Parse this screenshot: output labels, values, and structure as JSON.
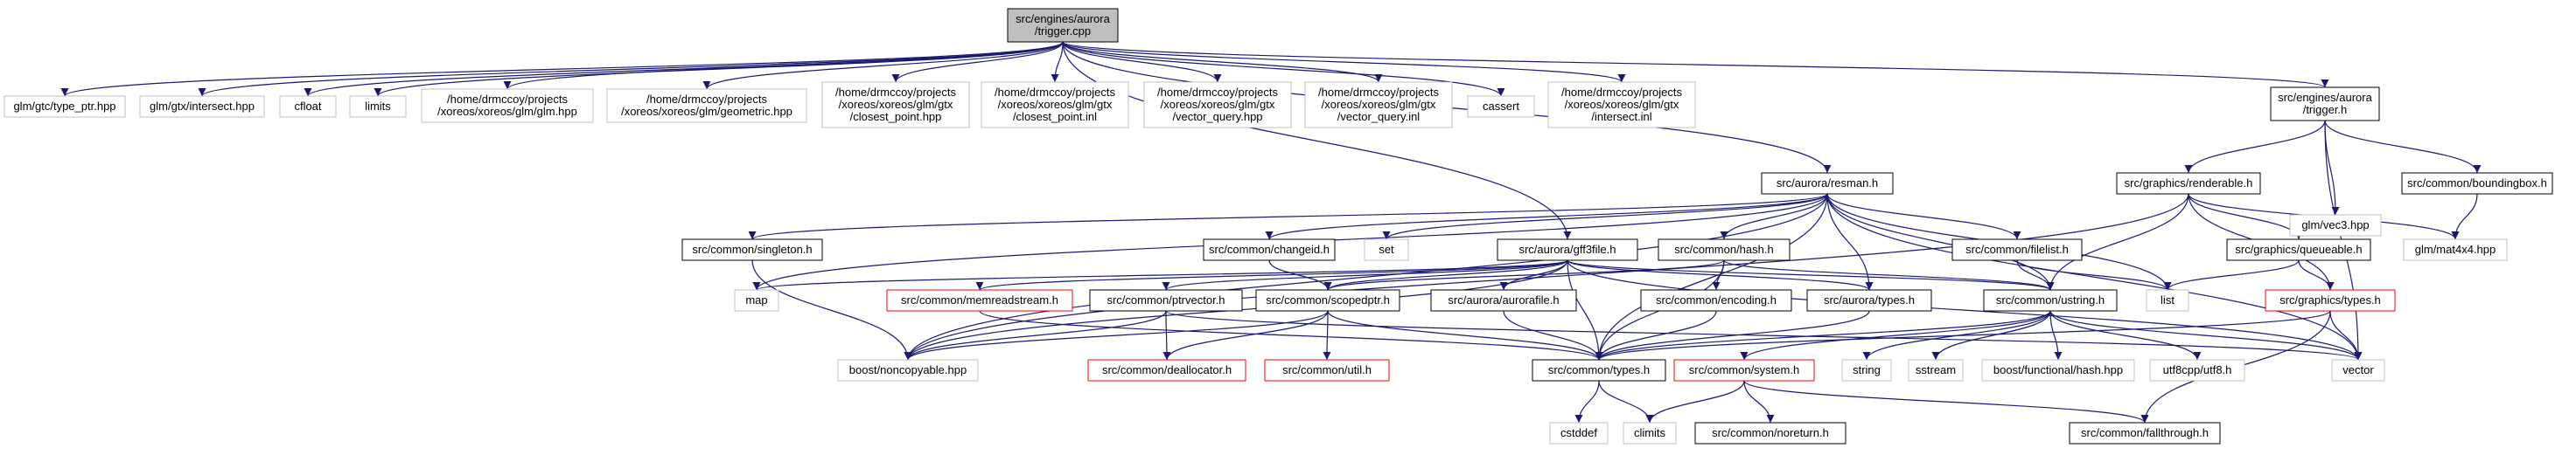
{
  "colors": {
    "edge": "#191970",
    "node_fill": "#ffffff",
    "root_fill": "#bfbfbf",
    "border_black": "#000000",
    "border_gray": "#bfbfbf",
    "border_red": "#ff0000"
  },
  "nodes": [
    {
      "id": "root",
      "lines": [
        "src/engines/aurora",
        "/trigger.cpp"
      ],
      "style": "root"
    },
    {
      "id": "n_type_ptr",
      "lines": [
        "glm/gtc/type_ptr.hpp"
      ],
      "style": "gray"
    },
    {
      "id": "n_intersect_hpp",
      "lines": [
        "glm/gtx/intersect.hpp"
      ],
      "style": "gray"
    },
    {
      "id": "n_cfloat",
      "lines": [
        "cfloat"
      ],
      "style": "gray"
    },
    {
      "id": "n_limits",
      "lines": [
        "limits"
      ],
      "style": "gray"
    },
    {
      "id": "n_glm_hpp",
      "lines": [
        "/home/drmccoy/projects",
        "/xoreos/xoreos/glm/glm.hpp"
      ],
      "style": "gray"
    },
    {
      "id": "n_geometric",
      "lines": [
        "/home/drmccoy/projects",
        "/xoreos/xoreos/glm/geometric.hpp"
      ],
      "style": "gray"
    },
    {
      "id": "n_closest_hpp",
      "lines": [
        "/home/drmccoy/projects",
        "/xoreos/xoreos/glm/gtx",
        "/closest_point.hpp"
      ],
      "style": "gray"
    },
    {
      "id": "n_closest_inl",
      "lines": [
        "/home/drmccoy/projects",
        "/xoreos/xoreos/glm/gtx",
        "/closest_point.inl"
      ],
      "style": "gray"
    },
    {
      "id": "n_vquery_hpp",
      "lines": [
        "/home/drmccoy/projects",
        "/xoreos/xoreos/glm/gtx",
        "/vector_query.hpp"
      ],
      "style": "gray"
    },
    {
      "id": "n_vquery_inl",
      "lines": [
        "/home/drmccoy/projects",
        "/xoreos/xoreos/glm/gtx",
        "/vector_query.inl"
      ],
      "style": "gray"
    },
    {
      "id": "n_cassert",
      "lines": [
        "cassert"
      ],
      "style": "gray"
    },
    {
      "id": "n_intersect_inl",
      "lines": [
        "/home/drmccoy/projects",
        "/xoreos/xoreos/glm/gtx",
        "/intersect.inl"
      ],
      "style": "gray"
    },
    {
      "id": "n_trigger_h",
      "lines": [
        "src/engines/aurora",
        "/trigger.h"
      ],
      "style": "black"
    },
    {
      "id": "n_resman",
      "lines": [
        "src/aurora/resman.h"
      ],
      "style": "black"
    },
    {
      "id": "n_renderable",
      "lines": [
        "src/graphics/renderable.h"
      ],
      "style": "black"
    },
    {
      "id": "n_vec3",
      "lines": [
        "glm/vec3.hpp"
      ],
      "style": "gray"
    },
    {
      "id": "n_boundingbox",
      "lines": [
        "src/common/boundingbox.h"
      ],
      "style": "black"
    },
    {
      "id": "n_singleton",
      "lines": [
        "src/common/singleton.h"
      ],
      "style": "black"
    },
    {
      "id": "n_changeid",
      "lines": [
        "src/common/changeid.h"
      ],
      "style": "black"
    },
    {
      "id": "n_set",
      "lines": [
        "set"
      ],
      "style": "gray"
    },
    {
      "id": "n_gff3file",
      "lines": [
        "src/aurora/gff3file.h"
      ],
      "style": "black"
    },
    {
      "id": "n_hash",
      "lines": [
        "src/common/hash.h"
      ],
      "style": "black"
    },
    {
      "id": "n_filelist",
      "lines": [
        "src/common/filelist.h"
      ],
      "style": "black"
    },
    {
      "id": "n_queueable",
      "lines": [
        "src/graphics/queueable.h"
      ],
      "style": "black"
    },
    {
      "id": "n_mat4",
      "lines": [
        "glm/mat4x4.hpp"
      ],
      "style": "gray"
    },
    {
      "id": "n_map",
      "lines": [
        "map"
      ],
      "style": "gray"
    },
    {
      "id": "n_memread",
      "lines": [
        "src/common/memreadstream.h"
      ],
      "style": "red"
    },
    {
      "id": "n_ptrvector",
      "lines": [
        "src/common/ptrvector.h"
      ],
      "style": "black"
    },
    {
      "id": "n_scopedptr",
      "lines": [
        "src/common/scopedptr.h"
      ],
      "style": "black"
    },
    {
      "id": "n_aurorafile",
      "lines": [
        "src/aurora/aurorafile.h"
      ],
      "style": "black"
    },
    {
      "id": "n_encoding",
      "lines": [
        "src/common/encoding.h"
      ],
      "style": "black"
    },
    {
      "id": "n_aurora_types",
      "lines": [
        "src/aurora/types.h"
      ],
      "style": "black"
    },
    {
      "id": "n_ustring",
      "lines": [
        "src/common/ustring.h"
      ],
      "style": "black"
    },
    {
      "id": "n_list",
      "lines": [
        "list"
      ],
      "style": "gray"
    },
    {
      "id": "n_gfx_types",
      "lines": [
        "src/graphics/types.h"
      ],
      "style": "red"
    },
    {
      "id": "n_noncopyable",
      "lines": [
        "boost/noncopyable.hpp"
      ],
      "style": "gray"
    },
    {
      "id": "n_deallocator",
      "lines": [
        "src/common/deallocator.h"
      ],
      "style": "red"
    },
    {
      "id": "n_util",
      "lines": [
        "src/common/util.h"
      ],
      "style": "red"
    },
    {
      "id": "n_common_types",
      "lines": [
        "src/common/types.h"
      ],
      "style": "black"
    },
    {
      "id": "n_system",
      "lines": [
        "src/common/system.h"
      ],
      "style": "red"
    },
    {
      "id": "n_string",
      "lines": [
        "string"
      ],
      "style": "gray"
    },
    {
      "id": "n_sstream",
      "lines": [
        "sstream"
      ],
      "style": "gray"
    },
    {
      "id": "n_boost_hash",
      "lines": [
        "boost/functional/hash.hpp"
      ],
      "style": "gray"
    },
    {
      "id": "n_utf8",
      "lines": [
        "utf8cpp/utf8.h"
      ],
      "style": "gray"
    },
    {
      "id": "n_vector",
      "lines": [
        "vector"
      ],
      "style": "gray"
    },
    {
      "id": "n_cstddef",
      "lines": [
        "cstddef"
      ],
      "style": "gray"
    },
    {
      "id": "n_climits",
      "lines": [
        "climits"
      ],
      "style": "gray"
    },
    {
      "id": "n_noreturn",
      "lines": [
        "src/common/noreturn.h"
      ],
      "style": "black"
    },
    {
      "id": "n_fallthrough",
      "lines": [
        "src/common/fallthrough.h"
      ],
      "style": "black"
    }
  ]
}
